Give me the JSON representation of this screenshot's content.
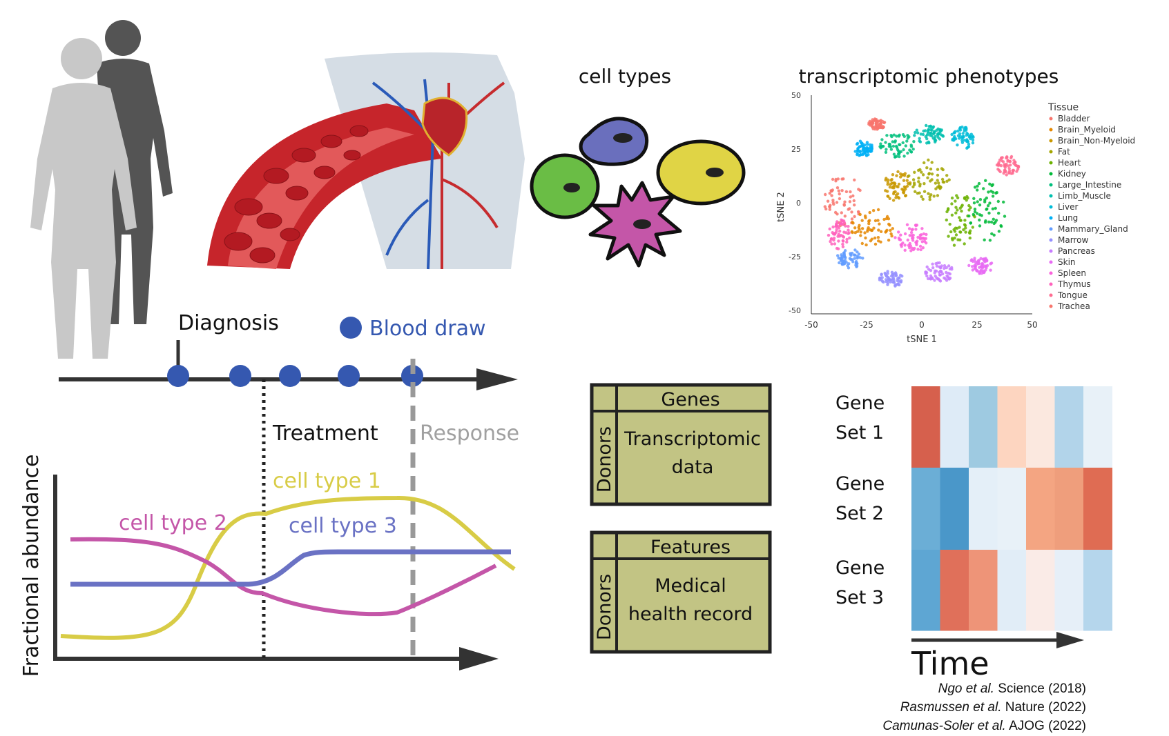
{
  "timeline": {
    "diagnosis_label": "Diagnosis",
    "blood_draw_label": "Blood draw",
    "treatment_label": "Treatment",
    "response_label": "Response"
  },
  "abundance_plot": {
    "ylabel": "Fractional abundance",
    "series": [
      {
        "name": "cell type 1",
        "color": "#d8cc46"
      },
      {
        "name": "cell type 2",
        "color": "#c456a8"
      },
      {
        "name": "cell type 3",
        "color": "#6a72c4"
      }
    ]
  },
  "cell_types": {
    "title": "cell types",
    "colors": [
      "#6a6fbd",
      "#e0d445",
      "#6abd45",
      "#c456a8"
    ]
  },
  "tsne": {
    "title": "transcriptomic phenotypes",
    "xlabel": "tSNE 1",
    "ylabel": "tSNE 2",
    "xticks": [
      "-50",
      "-25",
      "0",
      "25",
      "50"
    ],
    "yticks": [
      "50",
      "25",
      "0",
      "-25",
      "-50"
    ],
    "legend_title": "Tissue",
    "tissues": [
      {
        "name": "Bladder",
        "color": "#f8766d"
      },
      {
        "name": "Brain_Myeloid",
        "color": "#e58700"
      },
      {
        "name": "Brain_Non-Myeloid",
        "color": "#c99800"
      },
      {
        "name": "Fat",
        "color": "#a3a500"
      },
      {
        "name": "Heart",
        "color": "#6bb100"
      },
      {
        "name": "Kidney",
        "color": "#00ba38"
      },
      {
        "name": "Large_Intestine",
        "color": "#00bf7d"
      },
      {
        "name": "Limb_Muscle",
        "color": "#00c0af"
      },
      {
        "name": "Liver",
        "color": "#00bcd8"
      },
      {
        "name": "Lung",
        "color": "#00b0f6"
      },
      {
        "name": "Mammary_Gland",
        "color": "#619cff"
      },
      {
        "name": "Marrow",
        "color": "#9590ff"
      },
      {
        "name": "Pancreas",
        "color": "#c77cff"
      },
      {
        "name": "Skin",
        "color": "#e76bf3"
      },
      {
        "name": "Spleen",
        "color": "#fa62db"
      },
      {
        "name": "Thymus",
        "color": "#ff62bc"
      },
      {
        "name": "Tongue",
        "color": "#ff6c91"
      },
      {
        "name": "Trachea",
        "color": "#f8766d"
      }
    ]
  },
  "tables": [
    {
      "header": "Genes",
      "side": "Donors",
      "body_line1": "Transcriptomic",
      "body_line2": "data"
    },
    {
      "header": "Features",
      "side": "Donors",
      "body_line1": "Medical",
      "body_line2": "health record"
    }
  ],
  "heatmap": {
    "rows": [
      {
        "line1": "Gene",
        "line2": "Set 1"
      },
      {
        "line1": "Gene",
        "line2": "Set 2"
      },
      {
        "line1": "Gene",
        "line2": "Set 3"
      }
    ],
    "xlabel": "Time",
    "cells": [
      [
        "#d6604d",
        "#deebf7",
        "#9ecae1",
        "#fdd5c0",
        "#fbe8df",
        "#b2d4ea",
        "#e8f1f8"
      ],
      [
        "#6baed6",
        "#4a97c9",
        "#e4eff8",
        "#e8f1f8",
        "#f4a582",
        "#ef9e7c",
        "#df6c53"
      ],
      [
        "#5ea6d3",
        "#e0705a",
        "#ee9478",
        "#e1edf7",
        "#faebe7",
        "#e6eff8",
        "#b5d6ec"
      ]
    ]
  },
  "references": [
    {
      "authors": "Ngo et al.",
      "journal": "Science (2018)"
    },
    {
      "authors": "Rasmussen et al.",
      "journal": "Nature (2022)"
    },
    {
      "authors": "Camunas-Soler et al.",
      "journal": "AJOG (2022)"
    }
  ]
}
